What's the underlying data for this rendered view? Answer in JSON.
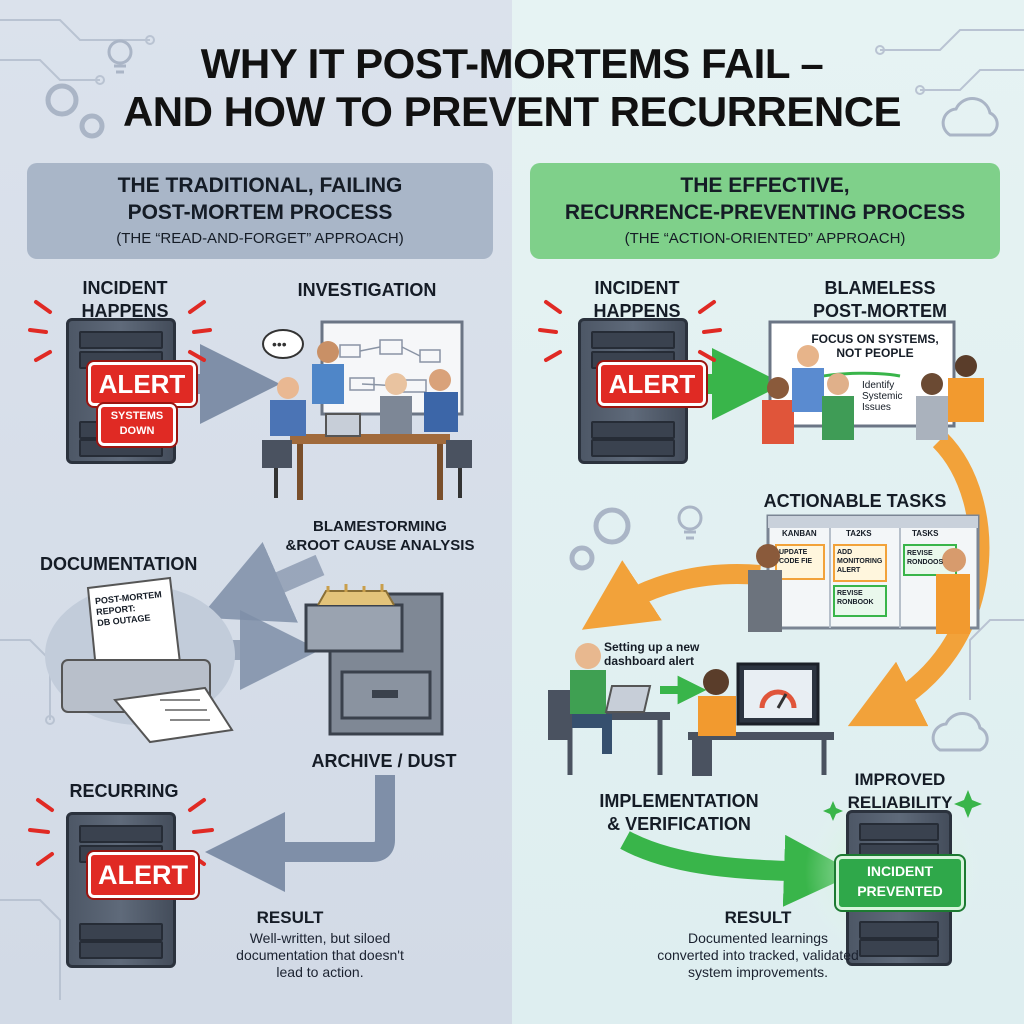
{
  "title": {
    "line1": "WHY IT POST-MORTEMS FAIL –",
    "line2": "AND HOW TO PREVENT RECURRENCE"
  },
  "left": {
    "header": {
      "line1": "THE TRADITIONAL, FAILING",
      "line2": "POST-MORTEM PROCESS",
      "line3": "(THE “READ-AND-FORGET” APPROACH)"
    },
    "incident_label": "INCIDENT\nHAPPENS",
    "alert_text": "ALERT",
    "systems_down": "SYSTEMS\nDOWN",
    "investigation_label": "INVESTIGATION",
    "blamestorming_label": "BLAMESTORMING\n&ROOT CAUSE ANALYSIS",
    "documentation_label": "DOCUMENTATION",
    "report_text": "POST-MORTEM\nREPORT:\nDB OUTAGE",
    "archive_label": "ARCHIVE / DUST",
    "recurring_label": "RECURRING",
    "recurring_alert": "ALERT",
    "result_label": "RESULT",
    "result_text": "Well-written, but siloed\ndocumentation that doesn't\nlead to action."
  },
  "right": {
    "header": {
      "line1": "THE EFFECTIVE,",
      "line2": "RECURRENCE-PREVENTING PROCESS",
      "line3": "(THE “ACTION-ORIENTED” APPROACH)"
    },
    "incident_label": "INCIDENT\nHAPPENS",
    "alert_text": "ALERT",
    "blameless_label": "BLAMELESS\nPOST-MORTEM",
    "board_headline": "FOCUS ON SYSTEMS,\nNOT PEOPLE",
    "board_note": "Identify\nSystemic\nIssues",
    "tasks_label": "ACTIONABLE TASKS",
    "kanban": {
      "columns": [
        "KANBAN",
        "TA2KS",
        "TASKS"
      ],
      "cards": [
        "UPDATE\nCODE FIE",
        "ADD\nMONITORING\nALERT",
        "REVISE\nRONDOOS",
        "REVISE\nRONBOOK"
      ]
    },
    "speech": "Setting up a new\ndashboard alert",
    "implementation_label": "IMPLEMENTATION\n& VERIFICATION",
    "improved_label": "IMPROVED\nRELIABILITY",
    "prevented_text": "INCIDENT\nPREVENTED",
    "result_label": "RESULT",
    "result_text": "Documented learnings\nconverted into tracked, validated\nsystem improvements."
  },
  "colors": {
    "alert_red": "#e02a24",
    "left_header_bg": "#a9b6c8",
    "right_header_bg": "#7fd08a",
    "flow_gray": "#7f8fa8",
    "flow_orange": "#f2a23a",
    "flow_green": "#39b54a"
  }
}
